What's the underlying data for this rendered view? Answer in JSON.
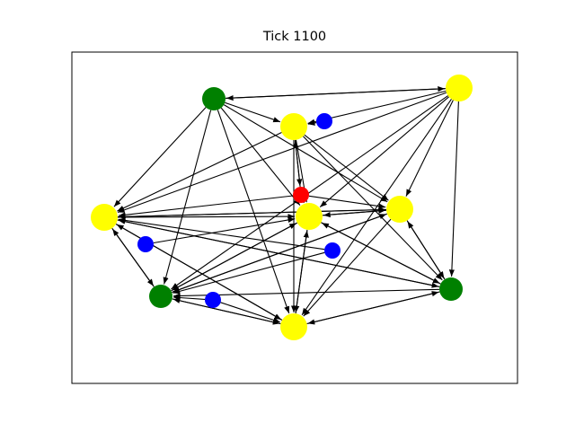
{
  "figure": {
    "title": "Tick 1100"
  },
  "graph": {
    "colors": {
      "yellow": "#ffff00",
      "green": "#008000",
      "blue": "#0000ff",
      "red": "#ff0000",
      "edge": "#000000",
      "frame": "#000000"
    },
    "nodes": [
      {
        "id": "g1",
        "color": "green"
      },
      {
        "id": "y1",
        "color": "yellow"
      },
      {
        "id": "b1",
        "color": "blue"
      },
      {
        "id": "y2",
        "color": "yellow"
      },
      {
        "id": "y3",
        "color": "yellow"
      },
      {
        "id": "r1",
        "color": "red"
      },
      {
        "id": "y4",
        "color": "yellow"
      },
      {
        "id": "y5",
        "color": "yellow"
      },
      {
        "id": "b2",
        "color": "blue"
      },
      {
        "id": "b3",
        "color": "blue"
      },
      {
        "id": "g2",
        "color": "green"
      },
      {
        "id": "b4",
        "color": "blue"
      },
      {
        "id": "g3",
        "color": "green"
      },
      {
        "id": "y6",
        "color": "yellow"
      }
    ],
    "edges": [
      [
        "y2",
        "g1"
      ],
      [
        "g1",
        "y2"
      ],
      [
        "g1",
        "y1"
      ],
      [
        "g1",
        "y4"
      ],
      [
        "g1",
        "y5"
      ],
      [
        "g1",
        "y6"
      ],
      [
        "g1",
        "g2"
      ],
      [
        "g1",
        "y3"
      ],
      [
        "y2",
        "y1"
      ],
      [
        "y2",
        "y3"
      ],
      [
        "y2",
        "y4"
      ],
      [
        "y2",
        "y5"
      ],
      [
        "y2",
        "g2"
      ],
      [
        "y2",
        "g3"
      ],
      [
        "y2",
        "y6"
      ],
      [
        "y1",
        "y3"
      ],
      [
        "y1",
        "y4"
      ],
      [
        "y1",
        "y5"
      ],
      [
        "y1",
        "g3"
      ],
      [
        "y1",
        "y6"
      ],
      [
        "y1",
        "r1"
      ],
      [
        "b1",
        "y1"
      ],
      [
        "y3",
        "y4"
      ],
      [
        "y3",
        "y5"
      ],
      [
        "y3",
        "g2"
      ],
      [
        "y3",
        "y6"
      ],
      [
        "y3",
        "g3"
      ],
      [
        "y4",
        "y5"
      ],
      [
        "y4",
        "y6"
      ],
      [
        "y4",
        "g2"
      ],
      [
        "y4",
        "g3"
      ],
      [
        "y5",
        "y4"
      ],
      [
        "r1",
        "y4"
      ],
      [
        "r1",
        "y1"
      ],
      [
        "r1",
        "y3"
      ],
      [
        "r1",
        "y5"
      ],
      [
        "y5",
        "y6"
      ],
      [
        "y5",
        "g3"
      ],
      [
        "y5",
        "g2"
      ],
      [
        "y5",
        "y3"
      ],
      [
        "y6",
        "y3"
      ],
      [
        "y6",
        "g2"
      ],
      [
        "y6",
        "y4"
      ],
      [
        "y6",
        "g3"
      ],
      [
        "g2",
        "y3"
      ],
      [
        "g2",
        "y6"
      ],
      [
        "g2",
        "y5"
      ],
      [
        "g2",
        "y4"
      ],
      [
        "b2",
        "y4"
      ],
      [
        "b3",
        "y3"
      ],
      [
        "b3",
        "g2"
      ],
      [
        "b4",
        "y6"
      ],
      [
        "b4",
        "g2"
      ],
      [
        "g3",
        "y3"
      ],
      [
        "g3",
        "y4"
      ],
      [
        "g3",
        "y5"
      ],
      [
        "g3",
        "y6"
      ],
      [
        "g3",
        "g2"
      ]
    ]
  }
}
